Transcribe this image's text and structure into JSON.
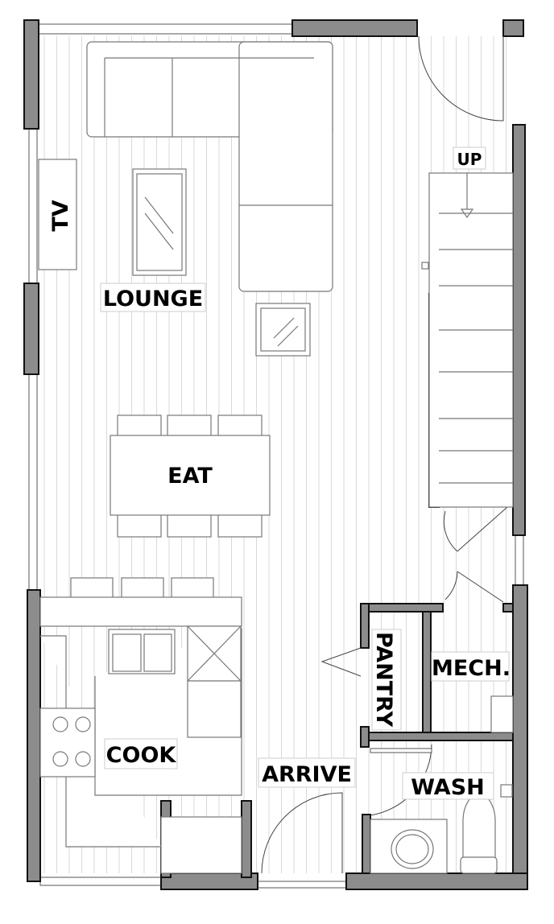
{
  "plan": {
    "rooms": {
      "tv": "TV",
      "lounge": "LOUNGE",
      "eat": "EAT",
      "cook": "COOK",
      "arrive": "ARRIVE",
      "pantry": "PANTRY",
      "mech": "MECH.",
      "wash": "WASH",
      "up": "UP"
    },
    "colors": {
      "wall": "#8c8c8c",
      "floor_lines": "#d9d9d9"
    }
  }
}
